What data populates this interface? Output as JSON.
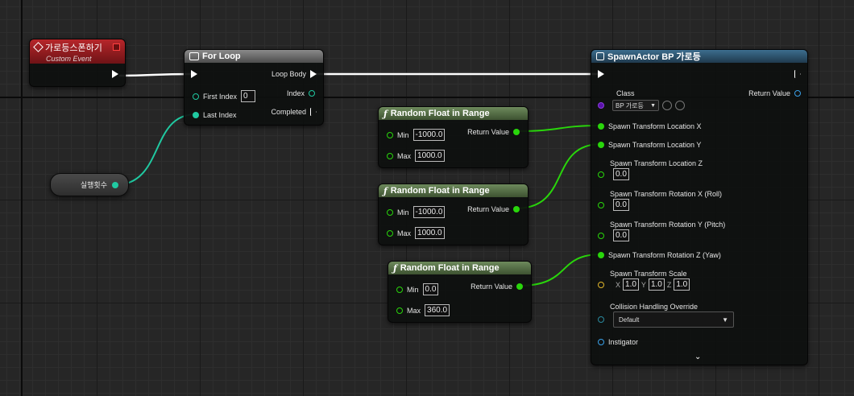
{
  "event_node": {
    "title": "가로등스폰하기",
    "subtitle": "Custom Event"
  },
  "for_loop": {
    "title": "For Loop",
    "first_index_label": "First Index",
    "first_index_value": "0",
    "last_index_label": "Last Index",
    "loop_body_label": "Loop Body",
    "index_label": "Index",
    "completed_label": "Completed"
  },
  "variable_node": {
    "label": "실행횟수"
  },
  "random_nodes": [
    {
      "title": "Random Float in Range",
      "min_label": "Min",
      "min_value": "-1000.0",
      "max_label": "Max",
      "max_value": "1000.0",
      "return_label": "Return Value"
    },
    {
      "title": "Random Float in Range",
      "min_label": "Min",
      "min_value": "-1000.0",
      "max_label": "Max",
      "max_value": "1000.0",
      "return_label": "Return Value"
    },
    {
      "title": "Random Float in Range",
      "min_label": "Min",
      "min_value": "0.0",
      "max_label": "Max",
      "max_value": "360.0",
      "return_label": "Return Value"
    }
  ],
  "spawn_node": {
    "title": "SpawnActor BP 가로등",
    "class_label": "Class",
    "class_value": "BP 가로등",
    "return_label": "Return Value",
    "loc_x": "Spawn Transform Location X",
    "loc_y": "Spawn Transform Location Y",
    "loc_z": "Spawn Transform Location Z",
    "loc_z_value": "0.0",
    "rot_x": "Spawn Transform Rotation X (Roll)",
    "rot_x_value": "0.0",
    "rot_y": "Spawn Transform Rotation Y (Pitch)",
    "rot_y_value": "0.0",
    "rot_z": "Spawn Transform Rotation Z (Yaw)",
    "scale": "Spawn Transform Scale",
    "scale_x_label": "X",
    "scale_x": "1.0",
    "scale_y_label": "Y",
    "scale_y": "1.0",
    "scale_z_label": "Z",
    "scale_z": "1.0",
    "collision_label": "Collision Handling Override",
    "collision_value": "Default",
    "instigator_label": "Instigator"
  },
  "colors": {
    "exec": "#ffffff",
    "float": "#29d60b",
    "int": "#20c9a1",
    "class": "#5a11a8",
    "object": "#3aa0e8"
  }
}
